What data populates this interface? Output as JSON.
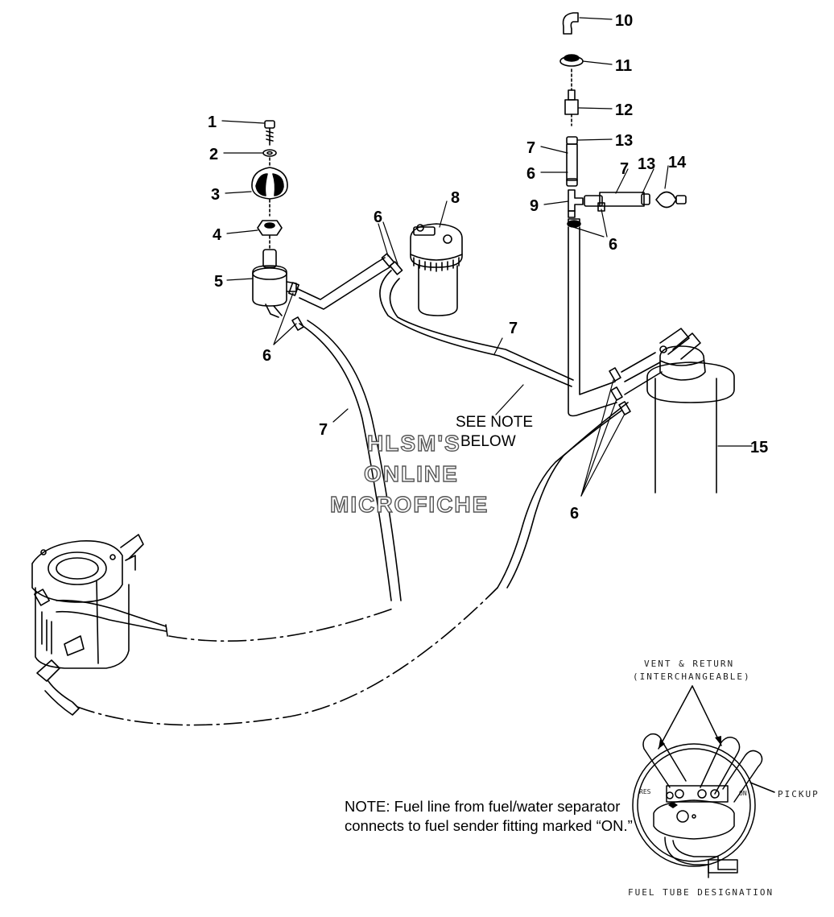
{
  "callouts": [
    {
      "id": "c1",
      "text": "1"
    },
    {
      "id": "c2",
      "text": "2"
    },
    {
      "id": "c3",
      "text": "3"
    },
    {
      "id": "c4",
      "text": "4"
    },
    {
      "id": "c5",
      "text": "5"
    },
    {
      "id": "c6a",
      "text": "6"
    },
    {
      "id": "c6b",
      "text": "6"
    },
    {
      "id": "c6c",
      "text": "6"
    },
    {
      "id": "c6d",
      "text": "6"
    },
    {
      "id": "c6e",
      "text": "6"
    },
    {
      "id": "c7a",
      "text": "7"
    },
    {
      "id": "c7b",
      "text": "7"
    },
    {
      "id": "c7c",
      "text": "7"
    },
    {
      "id": "c7d",
      "text": "7"
    },
    {
      "id": "c8",
      "text": "8"
    },
    {
      "id": "c9",
      "text": "9"
    },
    {
      "id": "c10",
      "text": "10"
    },
    {
      "id": "c11",
      "text": "11"
    },
    {
      "id": "c12",
      "text": "12"
    },
    {
      "id": "c13a",
      "text": "13"
    },
    {
      "id": "c13b",
      "text": "13"
    },
    {
      "id": "c14",
      "text": "14"
    },
    {
      "id": "c15",
      "text": "15"
    }
  ],
  "see_note": {
    "line1": "SEE NOTE",
    "line2": "BELOW"
  },
  "watermark": {
    "line1": "HLSM'S",
    "line2": "ONLINE",
    "line3": "MICROFICHE"
  },
  "inset": {
    "vent_return_line1": "VENT & RETURN",
    "vent_return_line2": "(INTERCHANGEABLE)",
    "pickup": "PICKUP",
    "res": "RES",
    "on": "ON",
    "caption": "FUEL TUBE DESIGNATION"
  },
  "note": "NOTE:  Fuel line from fuel/water separator connects to fuel sender fitting marked “ON.”"
}
